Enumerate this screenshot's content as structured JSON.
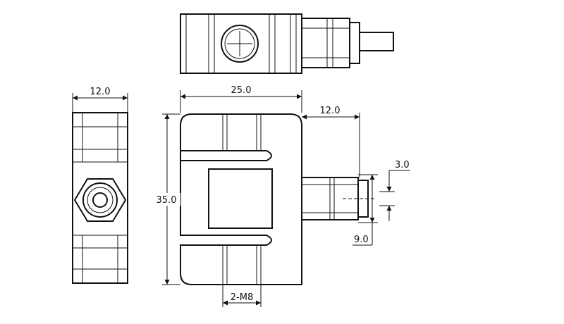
{
  "dimensions": {
    "side_width": "12.0",
    "body_width": "25.0",
    "cable_length": "12.0",
    "body_height": "35.0",
    "dim_3": "3.0",
    "dim_9": "9.0",
    "thread": "2-M8"
  },
  "colors": {
    "line": "#111111",
    "background": "#ffffff"
  }
}
